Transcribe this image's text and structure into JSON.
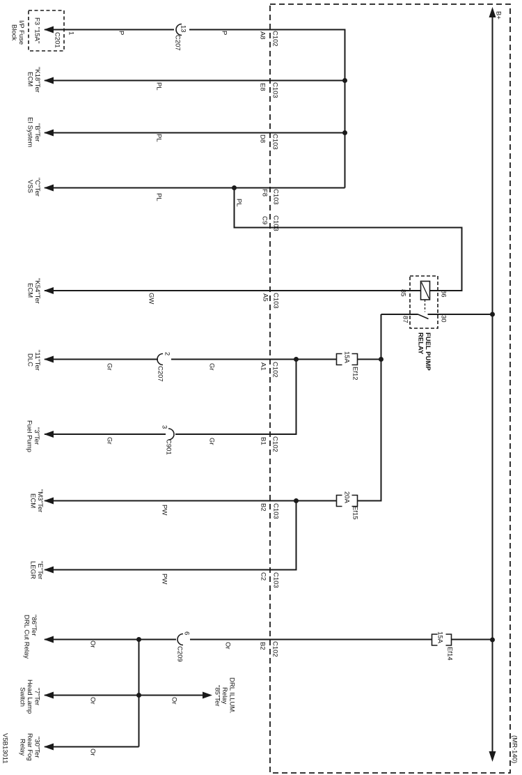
{
  "diagram": {
    "code_bottom_left": "V5B13011",
    "code_bottom_right": "(MR-140)",
    "bus_label": "B+"
  },
  "fuse_block": {
    "name_l1": "I/P Fuse",
    "name_l2": "Block",
    "fuse_name": "F3 \"15A\"",
    "connector": "C201",
    "pin": "1"
  },
  "terminals": [
    {
      "l1": "\"K18\"Ter",
      "l2": "ECM"
    },
    {
      "l1": "\"B\"Ter",
      "l2": "EI System"
    },
    {
      "l1": "\"C\"Ter",
      "l2": "VSS"
    },
    {
      "l1": "\"K54\"Ter",
      "l2": "ECM"
    },
    {
      "l1": "\"11\"Ter",
      "l2": "DLC"
    },
    {
      "l1": "\"3\"Ter",
      "l2": "Fuel Pump"
    },
    {
      "l1": "\"M3\"Ter",
      "l2": "ECM"
    },
    {
      "l1": "\"E\"Ter",
      "l2": "LEGR"
    },
    {
      "l1": "\"86\"Ter",
      "l2": "DRL Cut Relay"
    },
    {
      "l1": "\"7\"Ter",
      "l2": "Head Lamp",
      "l3": "Switch"
    },
    {
      "l1": "\"30\"Ter",
      "l2": "Rear Fog",
      "l3": "Relay"
    }
  ],
  "drl_illum": {
    "l1": "DRL ILLUM.",
    "l2": "Relay",
    "l3": "\"85\"Ter"
  },
  "relay": {
    "l1": "FUEL PUMP",
    "l2": "RELAY",
    "pin85": "85",
    "pin86": "86",
    "pin87": "87",
    "pin30": "30"
  },
  "fuses": {
    "ef12_rating": "15A",
    "ef12_name": "Ef12",
    "ef15_rating": "20A",
    "ef15_name": "Ef15",
    "ef14_rating": "15A",
    "ef14_name": "Ef14"
  },
  "inline_connectors": {
    "c207a_pin": "13",
    "c207a_name": "C207",
    "c207b_pin": "2",
    "c207b_name": "C207",
    "c901_pin": "3",
    "c901_name": "C901",
    "c209_pin": "6",
    "c209_name": "C209"
  },
  "wire_colors": {
    "p": "P",
    "pl": "PL",
    "gw": "GW",
    "gr": "Gr",
    "pw": "PW",
    "or": "Or"
  },
  "boundary_pins": {
    "a8": "A8",
    "e8": "E8",
    "d8": "D8",
    "f8": "F8",
    "c9": "C9",
    "a5": "A5",
    "a1": "A1",
    "b1": "B1",
    "b2_c103": "B2",
    "c2": "C2",
    "b2_c102": "B2"
  },
  "boundary_connectors": {
    "c102": "C102",
    "c103": "C103"
  },
  "colors": {
    "line": "#1a1a1a",
    "text": "#111111",
    "background": "#ffffff"
  }
}
